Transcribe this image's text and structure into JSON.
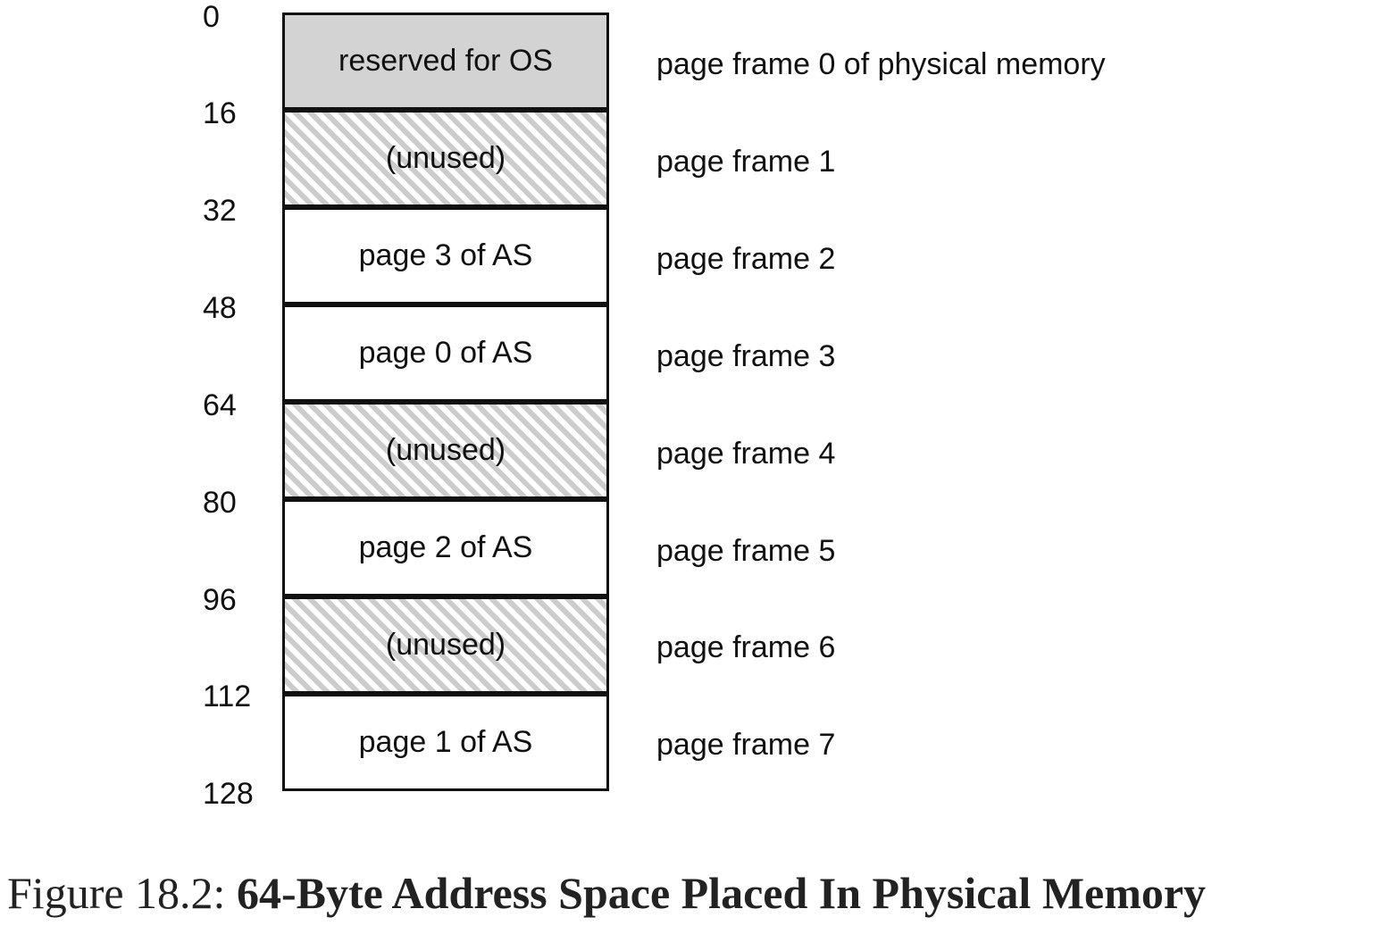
{
  "address_labels": [
    "0",
    "16",
    "32",
    "48",
    "64",
    "80",
    "96",
    "112",
    "128"
  ],
  "frames": [
    {
      "content": "reserved for OS",
      "kind": "os",
      "name": "page frame 0 of physical memory"
    },
    {
      "content": "(unused)",
      "kind": "unused",
      "name": "page frame 1"
    },
    {
      "content": "page 3 of AS",
      "kind": "used",
      "name": "page frame 2"
    },
    {
      "content": "page 0 of AS",
      "kind": "used",
      "name": "page frame 3"
    },
    {
      "content": "(unused)",
      "kind": "unused",
      "name": "page frame 4"
    },
    {
      "content": "page 2 of AS",
      "kind": "used",
      "name": "page frame 5"
    },
    {
      "content": "(unused)",
      "kind": "unused",
      "name": "page frame 6"
    },
    {
      "content": "page 1 of AS",
      "kind": "used",
      "name": "page frame 7"
    }
  ],
  "caption": {
    "prefix": "Figure 18.2: ",
    "title": "64-Byte Address Space Placed In Physical Memory"
  },
  "colors": {
    "os_fill": "#d3d3d3",
    "hatch": "#cccccc",
    "border": "#111111"
  }
}
